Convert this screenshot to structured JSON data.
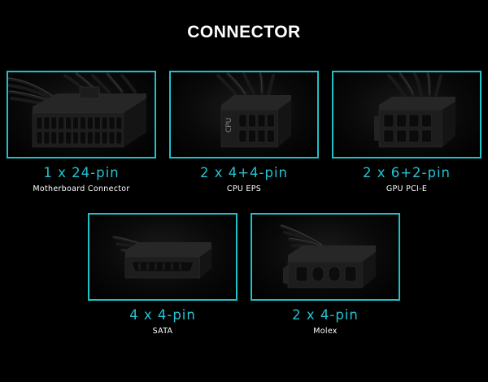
{
  "title": "CONNECTOR",
  "connectors": [
    {
      "count": "1 x 24-pin",
      "label": "Motherboard Connector",
      "icon": "atx-24pin-connector-icon"
    },
    {
      "count": "2 x 4+4-pin",
      "label": "CPU EPS",
      "icon": "cpu-eps-connector-icon",
      "marking": "CPU"
    },
    {
      "count": "2 x 6+2-pin",
      "label": "GPU PCI-E",
      "icon": "pcie-connector-icon"
    },
    {
      "count": "4 x 4-pin",
      "label": "SATA",
      "icon": "sata-connector-icon"
    },
    {
      "count": "2 x 4-pin",
      "label": "Molex",
      "icon": "molex-connector-icon"
    }
  ],
  "colors": {
    "accent": "#1fc0c6",
    "background": "#000000",
    "text": "#ffffff"
  }
}
